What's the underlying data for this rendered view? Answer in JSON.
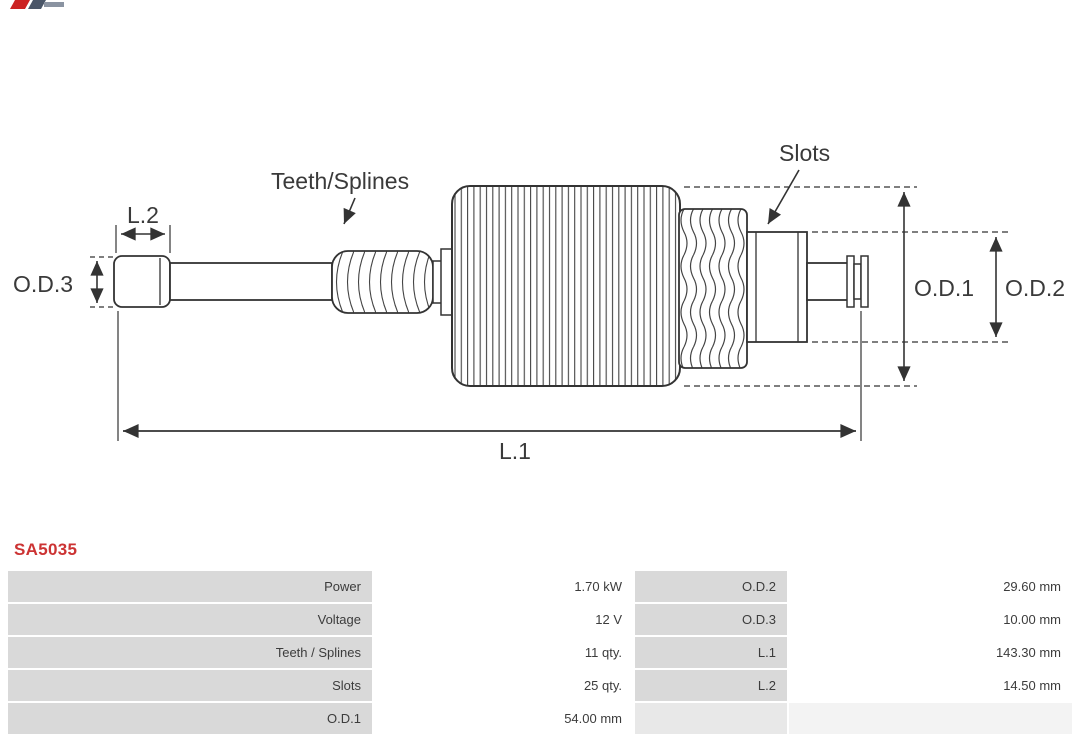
{
  "logo": {
    "name": "as-pl-logo-fragment"
  },
  "product": {
    "code": "SA5035"
  },
  "colors": {
    "accent_red": "#cc3333",
    "line": "#333333",
    "table_label_bg": "#d9d9d9"
  },
  "diagram": {
    "labels": {
      "teeth_splines": "Teeth/Splines",
      "slots": "Slots",
      "od1": "O.D.1",
      "od2": "O.D.2",
      "od3": "O.D.3",
      "l1": "L.1",
      "l2": "L.2"
    }
  },
  "spec_table": {
    "rows": [
      {
        "c1": "Power",
        "c2": "1.70 kW",
        "c3": "O.D.2",
        "c4": "29.60 mm"
      },
      {
        "c1": "Voltage",
        "c2": "12 V",
        "c3": "O.D.3",
        "c4": "10.00 mm"
      },
      {
        "c1": "Teeth / Splines",
        "c2": "11 qty.",
        "c3": "L.1",
        "c4": "143.30 mm"
      },
      {
        "c1": "Slots",
        "c2": "25 qty.",
        "c3": "L.2",
        "c4": "14.50 mm"
      },
      {
        "c1": "O.D.1",
        "c2": "54.00 mm",
        "c3": "",
        "c4": ""
      }
    ]
  }
}
